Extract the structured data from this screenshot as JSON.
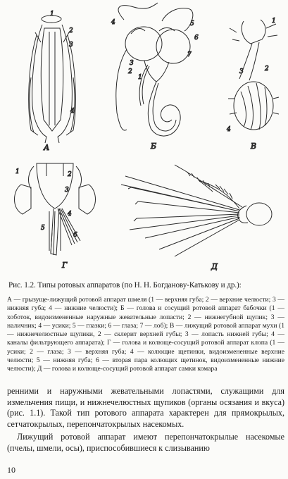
{
  "figure": {
    "panels": [
      "А",
      "Б",
      "В",
      "Г",
      "Д"
    ],
    "numbers": {
      "A": [
        "1",
        "2",
        "3",
        "4"
      ],
      "B": [
        "4",
        "5",
        "6",
        "3",
        "2",
        "1",
        "7"
      ],
      "V": [
        "1",
        "3",
        "2",
        "4"
      ],
      "G": [
        "1",
        "2",
        "3",
        "4",
        "5",
        "6"
      ]
    }
  },
  "caption": {
    "title": "Рис. 1.2. Типы ротовых аппаратов (по Н. Н. Богданову-Катькову и др.):",
    "text": "А — грызуще-лижущий ротовой аппарат шмеля (1 — верхняя губа; 2 — верхние челюсти; 3 — нижняя губа; 4 — нижние челюсти); Б — голова и сосущий ротовой аппарат бабочки (1 — хоботок, видоизмененные наружные жевательные лопасти; 2 — нижнегубной щупик; 3 — наличник; 4 — усики; 5 — глазки; 6 — глаза; 7 — лоб); В — лижущий ротовой аппарат мухи (1 — нижнечелюстные щупики, 2 — склерит верхней губы; 3 — лопасть нижней губы; 4 — каналы фильтрующего аппарата); Г — голова и колюще-сосущий ротовой аппарат клопа (1 — усики; 2 — глаза; 3 — верхняя губа; 4 — колющие щетинки, видоизмененные верхние челюсти; 5 — нижняя губа; 6 — вторая пара колющих щетинок, видоизмененные нижние челюсти); Д — голова и колюще-сосущий ротовой аппарат самки комара"
  },
  "body": {
    "paragraph1": "ренними и наружными жевательными лопастями, служащими для измельчения пищи, и нижнечелюстных щупиков (органы осязания и вкуса) (рис. 1.1). Такой тип ротового аппарата характерен для прямокрылых, сетчатокрылых, перепончатокрылых насекомых.",
    "paragraph2": "Лижущий ротовой аппарат имеют перепончатокрылые насекомые (пчелы, шмели, осы), приспособившиеся к слизыванию"
  },
  "page_number": "10"
}
